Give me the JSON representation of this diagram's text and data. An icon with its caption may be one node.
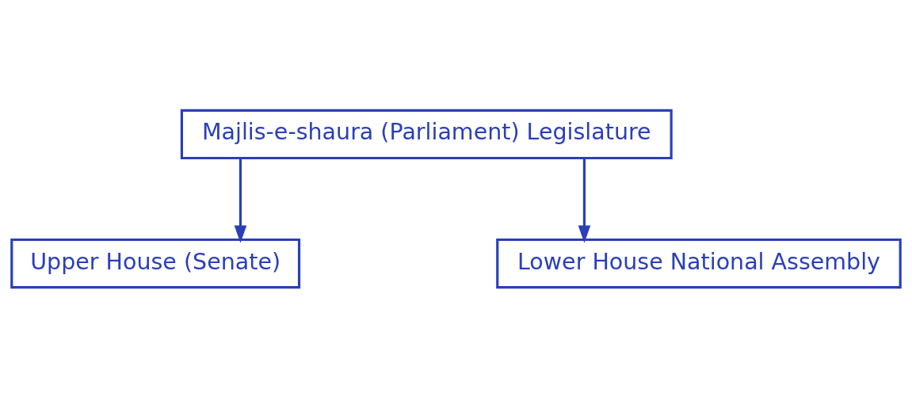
{
  "diagram": {
    "nodes": [
      {
        "text": [
          "Majlis-e-shaura (Parliament) Legislature"
        ]
      },
      {
        "text": [
          "Upper House (Senate)"
        ]
      },
      {
        "text": [
          "Lower House National Assembly"
        ]
      }
    ],
    "edges": [
      {
        "from": 0,
        "to": 1,
        "arrow": "to"
      },
      {
        "from": 0,
        "to": 2,
        "arrow": "to"
      }
    ]
  }
}
